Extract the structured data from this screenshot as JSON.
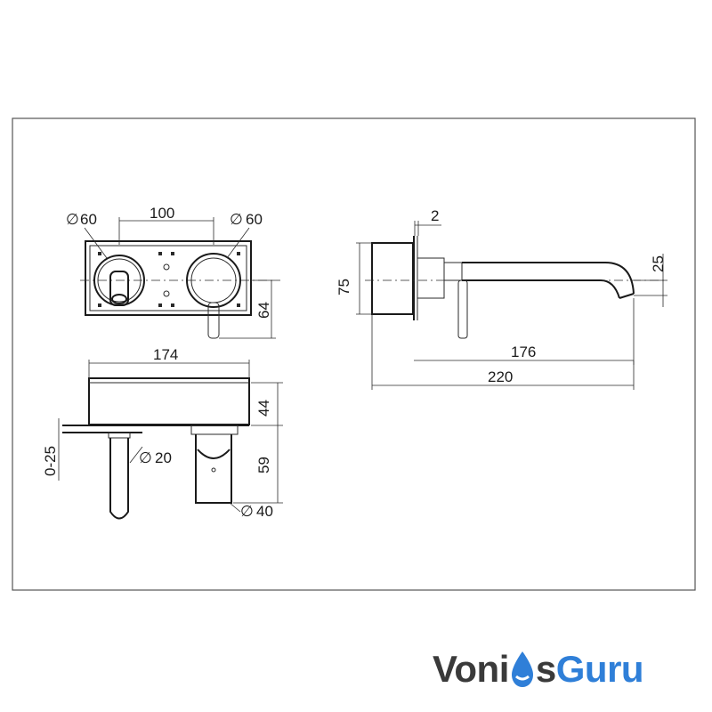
{
  "dimensions": {
    "dia_left": "60",
    "dia_right": "60",
    "center_spacing": "100",
    "plate_height": "64",
    "body_width": "174",
    "body_depth": "44",
    "wall_adjust": "0-25",
    "outlet_dia": "20",
    "handle_drop": "59",
    "handle_dia": "40",
    "plate_thickness": "2",
    "body_height_side": "75",
    "spout_reach": "176",
    "total_reach": "220",
    "spout_drop": "25",
    "dia_symbol": "∅"
  },
  "logo": {
    "part1": "Voni",
    "part2": "s",
    "part3": "Guru",
    "colors": {
      "dark": "#3a3a3a",
      "blue": "#2f7fd8"
    }
  }
}
